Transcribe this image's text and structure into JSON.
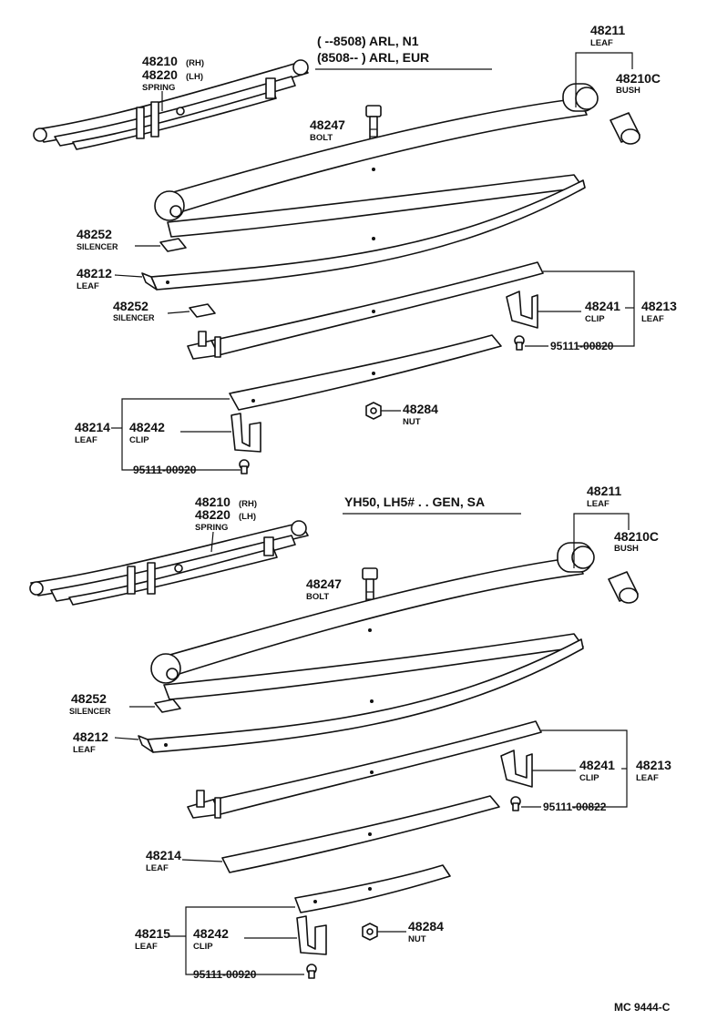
{
  "sections": [
    {
      "header_lines": [
        "(      --8508) ARL, N1",
        "(8508--      ) ARL, EUR"
      ],
      "parts": {
        "leaf_48211": {
          "num": "48211",
          "name": "LEAF"
        },
        "bush": {
          "num": "48210C",
          "name": "BUSH"
        },
        "spring": {
          "rh": "48210",
          "rh_tag": "(RH)",
          "lh": "48220",
          "lh_tag": "(LH)",
          "name": "SPRING"
        },
        "bolt": {
          "num": "48247",
          "name": "BOLT"
        },
        "silencer1": {
          "num": "48252",
          "name": "SILENCER"
        },
        "leaf_48212": {
          "num": "48212",
          "name": "LEAF"
        },
        "silencer2": {
          "num": "48252",
          "name": "SILENCER"
        },
        "clip_48241": {
          "num": "48241",
          "name": "CLIP"
        },
        "leaf_48213": {
          "num": "48213",
          "name": "LEAF"
        },
        "rivet_upper": {
          "num": "95111-00820"
        },
        "nut": {
          "num": "48284",
          "name": "NUT"
        },
        "leaf_48214": {
          "num": "48214",
          "name": "LEAF"
        },
        "clip_48242": {
          "num": "48242",
          "name": "CLIP"
        },
        "rivet_lower": {
          "num": "95111-00920"
        }
      }
    },
    {
      "header_lines": [
        "YH50, LH5# . . GEN, SA"
      ],
      "parts": {
        "leaf_48211": {
          "num": "48211",
          "name": "LEAF"
        },
        "bush": {
          "num": "48210C",
          "name": "BUSH"
        },
        "spring": {
          "rh": "48210",
          "rh_tag": "(RH)",
          "lh": "48220",
          "lh_tag": "(LH)",
          "name": "SPRING"
        },
        "bolt": {
          "num": "48247",
          "name": "BOLT"
        },
        "silencer1": {
          "num": "48252",
          "name": "SILENCER"
        },
        "leaf_48212": {
          "num": "48212",
          "name": "LEAF"
        },
        "clip_48241": {
          "num": "48241",
          "name": "CLIP"
        },
        "leaf_48213": {
          "num": "48213",
          "name": "LEAF"
        },
        "rivet_upper": {
          "num": "95111-00822"
        },
        "leaf_48214": {
          "num": "48214",
          "name": "LEAF"
        },
        "leaf_48215": {
          "num": "48215",
          "name": "LEAF"
        },
        "clip_48242": {
          "num": "48242",
          "name": "CLIP"
        },
        "rivet_lower": {
          "num": "95111-00920"
        },
        "nut": {
          "num": "48284",
          "name": "NUT"
        }
      }
    }
  ],
  "figure_code": "MC  9444-C"
}
